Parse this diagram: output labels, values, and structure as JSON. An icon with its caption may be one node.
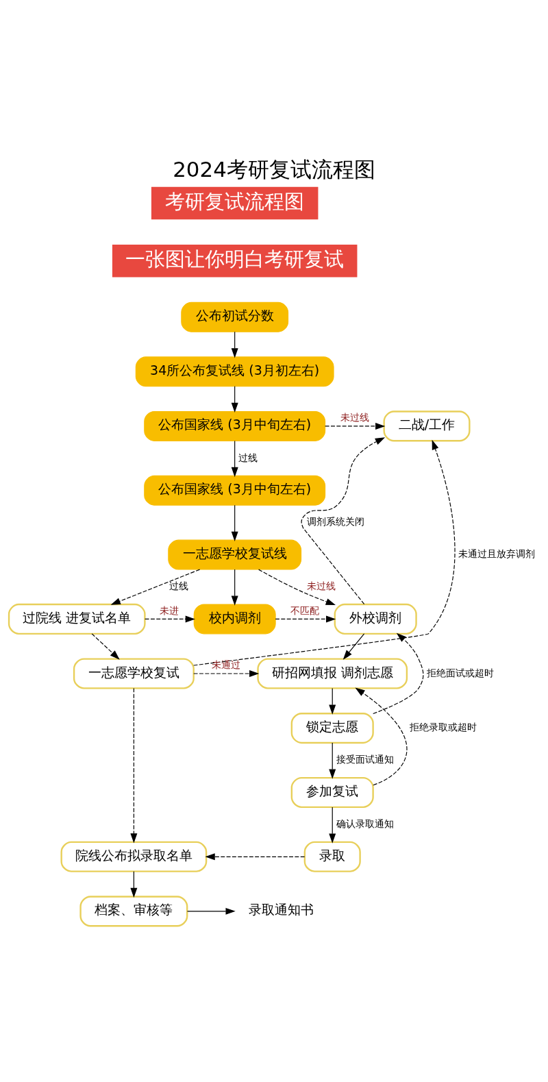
{
  "diagram": {
    "title": "2024考研复试流程图",
    "nodes": [
      {
        "text": [
          "公布初试分数"
        ]
      },
      {
        "text": [
          "34所公布复试线 (3月初左右)"
        ]
      },
      {
        "text": [
          "二战/工作"
        ]
      },
      {
        "text": [
          "公布国家线 (3月中旬左右)"
        ]
      },
      {
        "text": [
          "公布国家线 (3月中旬左右)"
        ]
      },
      {
        "text": [
          "一志愿学校复试线"
        ]
      },
      {
        "text": [
          "过院线 进复试名单"
        ]
      },
      {
        "text": [
          "校内调剂"
        ]
      },
      {
        "text": [
          "外校调剂"
        ]
      },
      {
        "text": [
          "研招网填报 调剂志愿"
        ]
      },
      {
        "text": [
          "一志愿学校复试"
        ]
      },
      {
        "text": [
          "锁定志愿"
        ]
      },
      {
        "text": [
          "参加复试"
        ]
      },
      {
        "text": [
          "院线公布拟录取名单"
        ]
      },
      {
        "text": [
          "录取"
        ]
      },
      {
        "text": [
          "档案、审核等"
        ]
      },
      {
        "text": [
          "录取通知书"
        ]
      }
    ],
    "edges": [
      {
        "from": 0,
        "to": 1,
        "arrow": "to"
      },
      {
        "from": 1,
        "to": 3,
        "arrow": "to"
      },
      {
        "from": 3,
        "to": 2,
        "arrow": "to",
        "label": "未过线",
        "style": "dashed"
      },
      {
        "from": 3,
        "to": 4,
        "arrow": "to",
        "label": "过线"
      },
      {
        "from": 4,
        "to": 5,
        "arrow": "to"
      },
      {
        "from": 5,
        "to": 6,
        "arrow": "to",
        "label": "过线",
        "style": "dashed"
      },
      {
        "from": 5,
        "to": 7,
        "arrow": "to"
      },
      {
        "from": 5,
        "to": 8,
        "arrow": "to",
        "label": "未过线",
        "style": "dashed"
      },
      {
        "from": 6,
        "to": 7,
        "arrow": "to",
        "label": "未进",
        "style": "dashed"
      },
      {
        "from": 7,
        "to": 8,
        "arrow": "to",
        "label": "不匹配",
        "style": "dashed"
      },
      {
        "from": 6,
        "to": 10,
        "arrow": "to",
        "style": "dashed"
      },
      {
        "from": 10,
        "to": 9,
        "arrow": "to",
        "label": "未通过",
        "style": "dashed"
      },
      {
        "from": 10,
        "to": 2,
        "arrow": "to",
        "label": "未通过且放弃调剂",
        "style": "dashed"
      },
      {
        "from": 10,
        "to": 13,
        "arrow": "to",
        "style": "dashed"
      },
      {
        "from": 8,
        "to": 9,
        "arrow": "to"
      },
      {
        "from": 9,
        "to": 11,
        "arrow": "to"
      },
      {
        "from": 11,
        "to": 12,
        "arrow": "to",
        "label": "接受面试通知"
      },
      {
        "from": 12,
        "to": 14,
        "arrow": "to",
        "label": "确认录取通知"
      },
      {
        "from": 11,
        "to": 8,
        "arrow": "to",
        "label": "拒绝面试或超时",
        "style": "dashed"
      },
      {
        "from": 12,
        "to": 9,
        "arrow": "to",
        "label": "拒绝录取或超时",
        "style": "dashed"
      },
      {
        "from": 14,
        "to": 13,
        "arrow": "to",
        "style": "dashed"
      },
      {
        "from": 13,
        "to": 15,
        "arrow": "to"
      },
      {
        "from": 15,
        "to": 16,
        "arrow": "to"
      },
      {
        "from": 8,
        "to": 2,
        "arrow": "to",
        "label": "调剂系统关闭",
        "style": "dashed"
      }
    ],
    "labels": [
      "考研复试流程图",
      "一张图让你明白考研复试"
    ]
  }
}
